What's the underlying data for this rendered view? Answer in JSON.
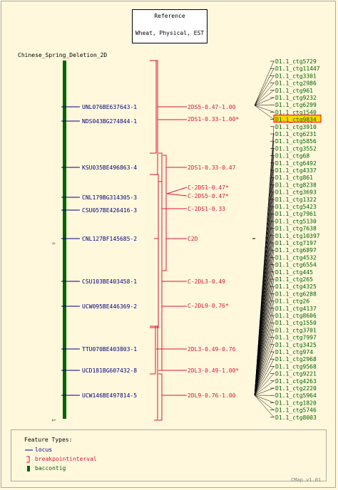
{
  "reference": {
    "line1": "Reference",
    "line2": "Wheat, Physical, EST"
  },
  "map": {
    "title": "Chinese_Spring_Deletion_2D",
    "scale_start": "0",
    "scale_end": "1",
    "loci": [
      "UNL076BE637643-1",
      "NDS043BG274844-1",
      "KSU035BE496863-4",
      "CNL179BG314305-3",
      "CSU057BE426416-3",
      "CNL127BF145685-2",
      "CSU103BE403458-1",
      "UCW095BE446369-2",
      "TTU070BE403803-1",
      "UCD181BG607432-8",
      "UCW146BE497814-5"
    ],
    "intervals": [
      "2DS5-0.47-1.00",
      "2DS1-0.33-1.00*",
      "2DS1-0.33-0.47",
      "C-2DS1-0.47*",
      "C-2DS5-0.47*",
      "C-2DS1-0.33",
      "C2D",
      "C-2DL3-0.49",
      "C-2DL9-0.76*",
      "2DL3-0.49-0.76",
      "2DL3-0.49-1.00*",
      "2DL9-0.76-1.00"
    ]
  },
  "contigs": [
    "D1.1_ctg5729",
    "D1.1_ctg11447",
    "D1.1_ctg3301",
    "D1.1_ctg2986",
    "D1.1_ctg961",
    "D1.1_ctg9232",
    "D1.1_ctg6299",
    "D1.1_ctg1540",
    "D1.1_ctg9834",
    "D1.1_ctg3910",
    "D1.1_ctg6231",
    "D1.1_ctg5856",
    "D1.1_ctg3552",
    "D1.1_ctg68",
    "D1.1_ctg6492",
    "D1.1_ctg4337",
    "D1.1_ctg861",
    "D1.1_ctg8238",
    "D1.1_ctg3693",
    "D1.1_ctg1322",
    "D1.1_ctg5423",
    "D1.1_ctg7961",
    "D1.1_ctg5130",
    "D1.1_ctg7638",
    "D1.1_ctg10397",
    "D1.1_ctg7197",
    "D1.1_ctg6897",
    "D1.1_ctg4532",
    "D1.1_ctg6554",
    "D1.1_ctg445",
    "D1.1_ctg265",
    "D1.1_ctg4325",
    "D1.1_ctg6288",
    "D1.1_ctg26",
    "D1.1_ctg4137",
    "D1.1_ctg8606",
    "D1.1_ctg1550",
    "D1.1_ctg3701",
    "D1.1_ctg7997",
    "D1.1_ctg3425",
    "D1.1_ctg974",
    "D1.1_ctg2968",
    "D1.1_ctg9568",
    "D1.1_ctg9221",
    "D1.1_ctg4263",
    "D1.1_ctg2220",
    "D1.1_ctg5964",
    "D1.1_ctg1820",
    "D1.1_ctg5746",
    "D1.1_ctg8003"
  ],
  "highlighted_contig": "D1.1_ctg9834",
  "legend": {
    "title": "Feature Types:",
    "items": [
      {
        "label": "locus",
        "icon": "locus-line-icon",
        "color": "#000080"
      },
      {
        "label": "breakpointinterval",
        "icon": "bracket-icon",
        "color": "#dc143c"
      },
      {
        "label": "baccontig",
        "icon": "bar-icon",
        "color": "#006400"
      }
    ]
  },
  "version": "CMap v1.01",
  "colors": {
    "locus": "#000080",
    "interval": "#dc143c",
    "contig": "#006400",
    "highlight": "#ffd700",
    "highlight_border": "#ff0000"
  }
}
